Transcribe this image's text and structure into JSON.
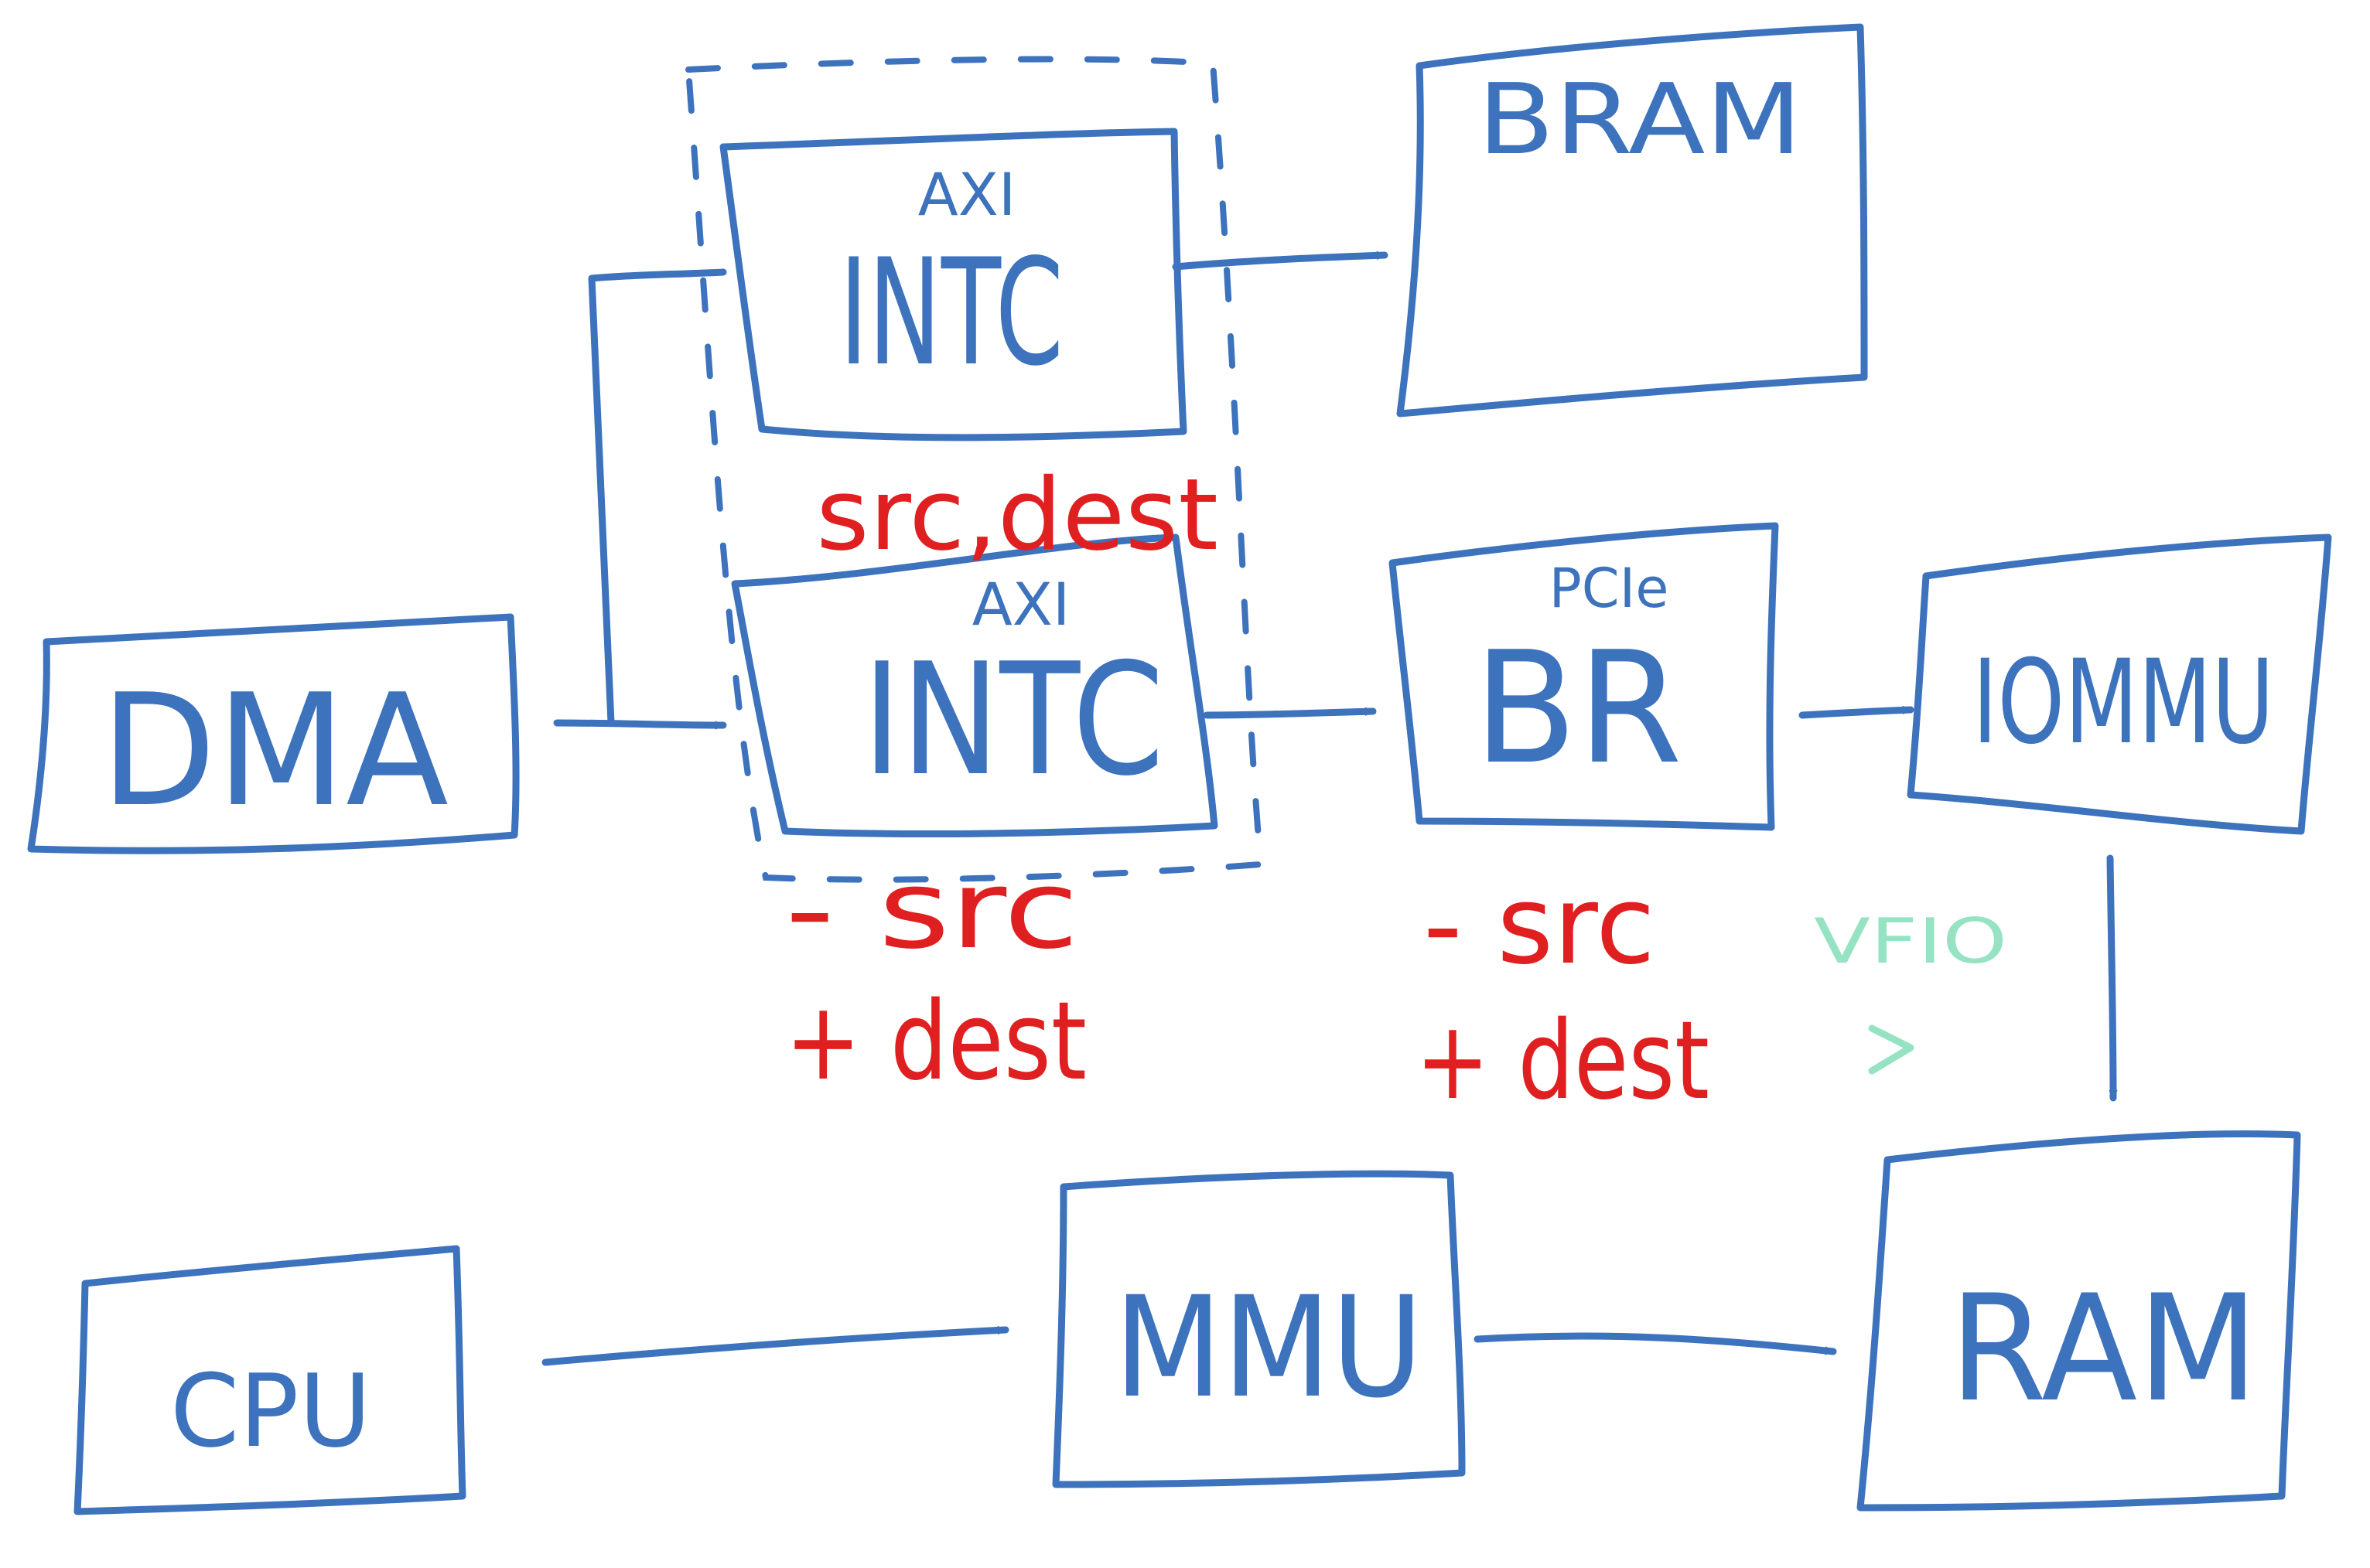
{
  "colors": {
    "blue": "#3d72bd",
    "red": "#e02020",
    "green": "#4fd19a",
    "board": "#ffffff"
  },
  "nodes": {
    "dma": "DMA",
    "axi_intc_top_prefix": "AXI",
    "axi_intc_top": "INTC",
    "axi_intc_bottom_prefix": "AXI",
    "axi_intc_bottom": "INTC",
    "bram": "BRAM",
    "pcie_prefix": "PCIe",
    "pcie_bridge": "BR",
    "iommu": "IOMMU",
    "cpu": "CPU",
    "mmu": "MMU",
    "ram": "RAM"
  },
  "annotations": {
    "src_dest": "src,dest",
    "minus_src_1": "- src",
    "plus_dest_1": "+ dest",
    "minus_src_2": "- src",
    "plus_dest_2": "+ dest",
    "green_note": "VFIO"
  }
}
